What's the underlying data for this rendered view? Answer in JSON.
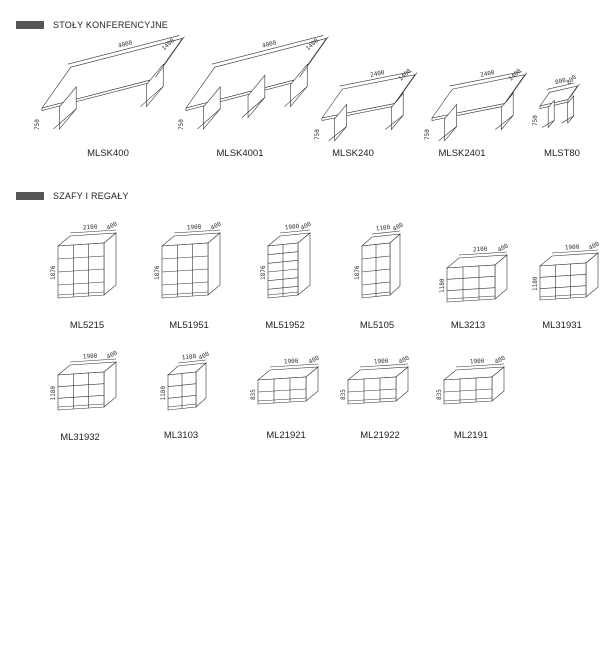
{
  "sections": [
    {
      "title": "STOŁY KONFERENCYJNE"
    },
    {
      "title": "SZAFY I REGAŁY"
    }
  ],
  "tables": [
    {
      "code": "MLSK400",
      "length": "4000",
      "depth": "1400",
      "height": "750"
    },
    {
      "code": "MLSK4001",
      "length": "4000",
      "depth": "1400",
      "height": "750"
    },
    {
      "code": "MLSK240",
      "length": "2400",
      "depth": "1400",
      "height": "750"
    },
    {
      "code": "MLSK2401",
      "length": "2400",
      "depth": "1400",
      "height": "750"
    },
    {
      "code": "MLST80",
      "length": "800",
      "depth": "800",
      "height": "750"
    }
  ],
  "cabinets_row1": [
    {
      "code": "ML5215",
      "width": "2100",
      "depth": "400",
      "height": "1876"
    },
    {
      "code": "ML51951",
      "width": "1900",
      "depth": "400",
      "height": "1876"
    },
    {
      "code": "ML51952",
      "width": "1900",
      "depth": "400",
      "height": "1876"
    },
    {
      "code": "ML5105",
      "width": "1100",
      "depth": "400",
      "height": "1876"
    },
    {
      "code": "ML3213",
      "width": "2100",
      "depth": "400",
      "height": "1180"
    },
    {
      "code": "ML31931",
      "width": "1900",
      "depth": "400",
      "height": "1180"
    }
  ],
  "cabinets_row2": [
    {
      "code": "ML31932",
      "width": "1900",
      "depth": "400",
      "height": "1180"
    },
    {
      "code": "ML3103",
      "width": "1100",
      "depth": "400",
      "height": "1180"
    },
    {
      "code": "ML21921",
      "width": "1900",
      "depth": "400",
      "height": "835"
    },
    {
      "code": "ML21922",
      "width": "1900",
      "depth": "400",
      "height": "835"
    },
    {
      "code": "ML2191",
      "width": "1900",
      "depth": "400",
      "height": "835"
    }
  ]
}
